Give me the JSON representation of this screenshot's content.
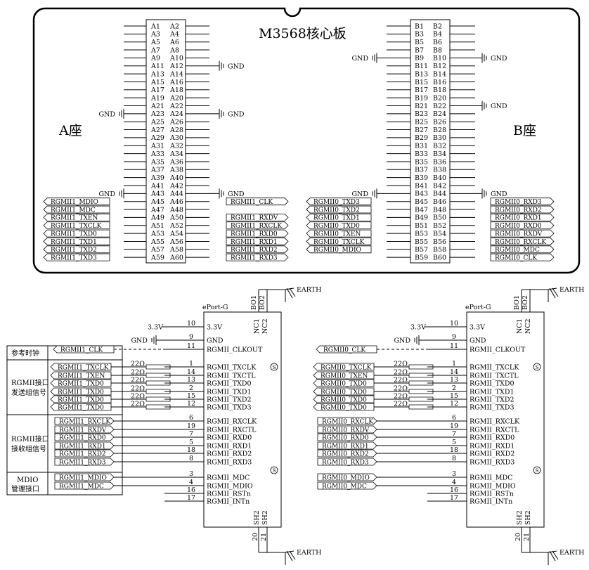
{
  "board": {
    "title": "M3568核心板",
    "conn_a_label": "A座",
    "conn_b_label": "B座",
    "a_pins_left": [
      "A1",
      "A3",
      "A5",
      "A7",
      "A9",
      "A11",
      "A13",
      "A15",
      "A17",
      "A19",
      "A21",
      "A23",
      "A25",
      "A27",
      "A29",
      "A31",
      "A33",
      "A35",
      "A37",
      "A39",
      "A41",
      "A43",
      "A45",
      "A47",
      "A49",
      "A51",
      "A53",
      "A55",
      "A57",
      "A59"
    ],
    "a_pins_right": [
      "A2",
      "A4",
      "A6",
      "A8",
      "A10",
      "A12",
      "A14",
      "A16",
      "A18",
      "A20",
      "A22",
      "A24",
      "A26",
      "A28",
      "A30",
      "A32",
      "A34",
      "A36",
      "A38",
      "A40",
      "A42",
      "A44",
      "A46",
      "A48",
      "A50",
      "A52",
      "A54",
      "A56",
      "A58",
      "A60"
    ],
    "b_pins_left": [
      "B1",
      "B3",
      "B5",
      "B7",
      "B9",
      "B11",
      "B13",
      "B15",
      "B17",
      "B19",
      "B21",
      "B23",
      "B25",
      "B27",
      "B29",
      "B31",
      "B33",
      "B35",
      "B37",
      "B39",
      "B41",
      "B43",
      "B45",
      "B47",
      "B49",
      "B51",
      "B53",
      "B55",
      "B57",
      "B59"
    ],
    "b_pins_right": [
      "B2",
      "B4",
      "B6",
      "B8",
      "B10",
      "B12",
      "B14",
      "B16",
      "B18",
      "B20",
      "B22",
      "B24",
      "B26",
      "B28",
      "B30",
      "B32",
      "B34",
      "B36",
      "B38",
      "B40",
      "B42",
      "B44",
      "B46",
      "B48",
      "B50",
      "B52",
      "B54",
      "B56",
      "B58",
      "B60"
    ],
    "a_left_nets": [
      "RGMII1_MDIO",
      "RGMII1_MDC",
      "RGMII1_TXEN",
      "RGMII1_TXCLK",
      "RGMII1_TXD0",
      "RGMII1_TXD1",
      "RGMII1_TXD2",
      "RGMII1_TXD3"
    ],
    "a_right_nets": [
      "RGMII1_CLK",
      "RGMII1_RXDV",
      "RGMII1_RXCLK",
      "RGMII1_RXD0",
      "RGMII1_RXD1",
      "RGMII1_RXD2",
      "RGMII1_RXD3"
    ],
    "b_left_nets": [
      "RGMII0_TXD3",
      "RGMII0_TXD2",
      "RGMII0_TXD1",
      "RGMII0_TXD0",
      "RGMII0_TXEN",
      "RGMII0_TXCLK",
      "RGMII0_MDIO"
    ],
    "b_right_nets": [
      "RGMII0_RXD3",
      "RGMII0_RXD2",
      "RGMII0_RXD1",
      "RGMII0_RXD0",
      "RGMII0_RXDV",
      "RGMII0_RXCLK",
      "RGMII0_MDC",
      "RGMII0_CLK"
    ],
    "gnd": "GND"
  },
  "ports": [
    {
      "name": "ePort-G",
      "vcc": "3.3V",
      "earth": "EARTH",
      "top_pins": [
        "BO1",
        "BO2"
      ],
      "nc_pins": [
        "NC1",
        "NC2"
      ],
      "sh_pins": [
        "SH2",
        "SH2"
      ],
      "bottom_nums": [
        "20",
        "21"
      ],
      "pins": [
        {
          "num": "10",
          "name": "3.3V"
        },
        {
          "num": "9",
          "name": "GND"
        },
        {
          "num": "11",
          "name": "RGMII_CLKOUT"
        },
        {
          "num": "1",
          "name": "RGMII_TXCLK"
        },
        {
          "num": "14",
          "name": "RGMII_TXCTL"
        },
        {
          "num": "13",
          "name": "RGMII_TXD0"
        },
        {
          "num": "2",
          "name": "RGMII_TXD1"
        },
        {
          "num": "15",
          "name": "RGMII_TXD2"
        },
        {
          "num": "12",
          "name": "RGMII_TXD3"
        },
        {
          "num": "6",
          "name": "RGMII_RXCLK"
        },
        {
          "num": "19",
          "name": "RGMII_RXCTL"
        },
        {
          "num": "7",
          "name": "RGMII_RXD0"
        },
        {
          "num": "5",
          "name": "RGMII_RXD1"
        },
        {
          "num": "18",
          "name": "RGMII_RXD2"
        },
        {
          "num": "8",
          "name": "RGMII_RXD3"
        },
        {
          "num": "3",
          "name": "RGMII_MDC"
        },
        {
          "num": "4",
          "name": "RGMII_MDIO"
        },
        {
          "num": "16",
          "name": "RGMII_RSTn"
        },
        {
          "num": "17",
          "name": "RGMII_INTn"
        }
      ],
      "nets": [
        "",
        "",
        "RGMII1_CLK",
        "RGMII1_TXCLK",
        "RGMII1_TXEN",
        "RGMII1_TXD0",
        "RGMII1_TXD0",
        "RGMII1_TXD0",
        "RGMII1_TXD0",
        "RGMII1_RXCLK",
        "RGMII1_RXDV",
        "RGMII1_RXD0",
        "RGMII1_RXD1",
        "RGMII1_RXD2",
        "RGMII1_RXD3",
        "RGMII1_MDIO",
        "RGMII1_MDC",
        "",
        ""
      ],
      "resistor": "22Ω"
    },
    {
      "name": "ePort-G",
      "vcc": "3.3V",
      "earth": "EARTH",
      "top_pins": [
        "BO1",
        "BO2"
      ],
      "nc_pins": [
        "NC1",
        "NC2"
      ],
      "sh_pins": [
        "SH2",
        "SH2"
      ],
      "bottom_nums": [
        "20",
        "21"
      ],
      "pins": [
        {
          "num": "10",
          "name": "3.3V"
        },
        {
          "num": "9",
          "name": "GND"
        },
        {
          "num": "11",
          "name": "RGMII_CLKOUT"
        },
        {
          "num": "1",
          "name": "RGMII_TXCLK"
        },
        {
          "num": "14",
          "name": "RGMII_TXCTL"
        },
        {
          "num": "13",
          "name": "RGMII_TXD0"
        },
        {
          "num": "2",
          "name": "RGMII_TXD1"
        },
        {
          "num": "15",
          "name": "RGMII_TXD2"
        },
        {
          "num": "12",
          "name": "RGMII_TXD3"
        },
        {
          "num": "6",
          "name": "RGMII_RXCLK"
        },
        {
          "num": "19",
          "name": "RGMII_RXCTL"
        },
        {
          "num": "7",
          "name": "RGMII_RXD0"
        },
        {
          "num": "5",
          "name": "RGMII_RXD1"
        },
        {
          "num": "18",
          "name": "RGMII_RXD2"
        },
        {
          "num": "8",
          "name": "RGMII_RXD3"
        },
        {
          "num": "3",
          "name": "RGMII_MDC"
        },
        {
          "num": "4",
          "name": "RGMII_MDIO"
        },
        {
          "num": "16",
          "name": "RGMII_RSTn"
        },
        {
          "num": "17",
          "name": "RGMII_INTn"
        }
      ],
      "nets": [
        "",
        "",
        "RGMII0_CLK",
        "RGMII0_TXCLK",
        "RGMII0_TXEN",
        "RGMII0_TXD0",
        "RGMII0_TXD0",
        "RGMII0_TXD0",
        "RGMII0_TXD0",
        "RGMII0_RXCLK",
        "RGMII0_RXDV",
        "RGMII0_RXD0",
        "RGMII0_RXD1",
        "RGMII0_RXD2",
        "RGMII0_RXD3",
        "RGMII0_MDIO",
        "RGMII0_MDC",
        "",
        ""
      ],
      "resistor": "22Ω"
    }
  ],
  "groups": {
    "ref_clock": "参考时钟",
    "tx_group": [
      "RGMII接口",
      "发送组信号"
    ],
    "rx_group": [
      "RGMII接口",
      "接收组信号"
    ],
    "mdio_group": [
      "MDIO",
      "管理接口"
    ]
  }
}
